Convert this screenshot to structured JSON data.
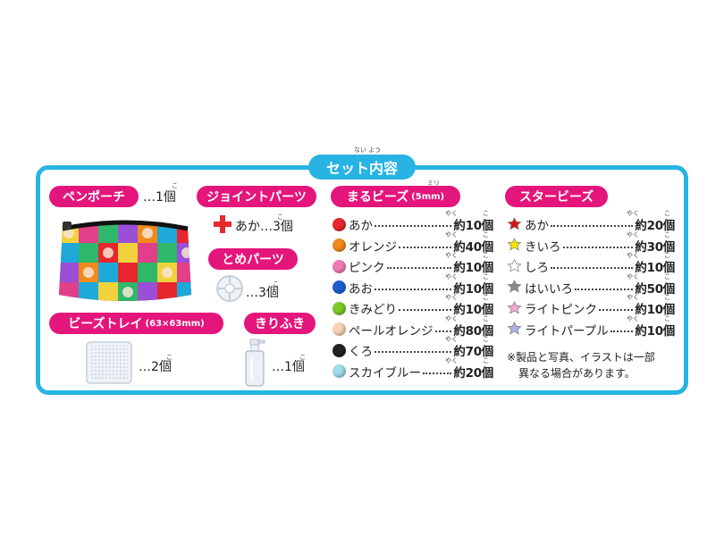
{
  "header": {
    "title": "セット内容",
    "title_ruby": "ない よう"
  },
  "left": {
    "pen_pouch": {
      "label": "ペンポーチ",
      "qty": "…1個"
    },
    "bead_tray": {
      "label": "ビーズトレイ",
      "size": "(63×63mm)",
      "qty": "…2個"
    },
    "joint_parts": {
      "label": "ジョイントパーツ",
      "qty": "あか…3個"
    },
    "stop_parts": {
      "label": "とめパーツ",
      "qty": "…3個"
    },
    "sprayer": {
      "label": "きりふき",
      "qty": "…1個"
    }
  },
  "round_beads": {
    "label": "まるビーズ",
    "size": "(5mm)",
    "size_ruby": "ミリ",
    "items": [
      {
        "name": "あか",
        "qty": "約10個",
        "color": "#e8262d"
      },
      {
        "name": "オレンジ",
        "qty": "約40個",
        "color": "#f08a1c"
      },
      {
        "name": "ピンク",
        "qty": "約10個",
        "color": "#f27bb6"
      },
      {
        "name": "あお",
        "qty": "約10個",
        "color": "#1e5fd0"
      },
      {
        "name": "きみどり",
        "qty": "約10個",
        "color": "#7ec829"
      },
      {
        "name": "ペールオレンジ",
        "qty": "約80個",
        "color": "#f7d2b6"
      },
      {
        "name": "くろ",
        "qty": "約70個",
        "color": "#222222"
      },
      {
        "name": "スカイブルー",
        "qty": "約20個",
        "color": "#9fdcec"
      }
    ]
  },
  "star_beads": {
    "label": "スタービーズ",
    "items": [
      {
        "name": "あか",
        "qty": "約20個",
        "color": "#d8121b"
      },
      {
        "name": "きいろ",
        "qty": "約30個",
        "color": "#f7e400"
      },
      {
        "name": "しろ",
        "qty": "約10個",
        "color": "#ffffff"
      },
      {
        "name": "はいいろ",
        "qty": "約50個",
        "color": "#8a8a8a"
      },
      {
        "name": "ライトピンク",
        "qty": "約10個",
        "color": "#f6a9cf"
      },
      {
        "name": "ライトパープル",
        "qty": "約10個",
        "color": "#aab2e6"
      }
    ],
    "note_line1": "※製品と写真、イラストは一部",
    "note_line2": "異なる場合があります。"
  },
  "ruby": {
    "ko": "こ",
    "yaku": "やく"
  }
}
